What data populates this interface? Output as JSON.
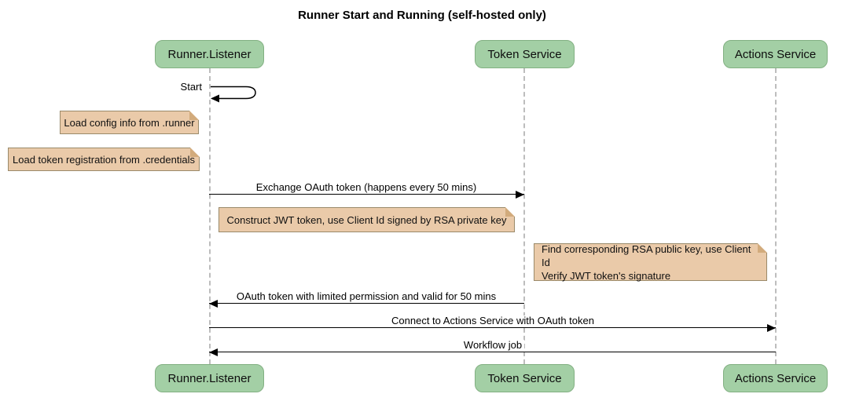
{
  "diagram": {
    "type": "sequence-diagram",
    "title": "Runner Start and Running (self-hosted only)",
    "participants": [
      "Runner.Listener",
      "Token Service",
      "Actions Service"
    ],
    "messages": [
      {
        "from": "Runner.Listener",
        "to": "Runner.Listener",
        "label": "Start",
        "style": "self-loop"
      },
      {
        "from": "Runner.Listener",
        "to": "Token Service",
        "label": "Exchange OAuth token (happens every 50 mins)",
        "style": "solid-arrow"
      },
      {
        "from": "Token Service",
        "to": "Runner.Listener",
        "label": "OAuth token with limited permission and valid for 50 mins",
        "style": "solid-arrow"
      },
      {
        "from": "Runner.Listener",
        "to": "Actions Service",
        "label": "Connect to Actions Service with OAuth token",
        "style": "solid-arrow"
      },
      {
        "from": "Actions Service",
        "to": "Runner.Listener",
        "label": "Workflow job",
        "style": "solid-arrow"
      }
    ],
    "notes": [
      {
        "over": "Runner.Listener",
        "text": "Load config info from .runner"
      },
      {
        "over": "Runner.Listener",
        "text": "Load token registration from .credentials"
      },
      {
        "over": "Runner.Listener,Token Service",
        "text": "Construct JWT token, use Client Id signed by RSA private key"
      },
      {
        "over": "Actions Service",
        "text": "Find corresponding RSA public key, use Client Id\nVerify JWT token's signature"
      }
    ],
    "colors": {
      "participant_fill": "#a3cfa5",
      "participant_border": "#82b082",
      "note_fill": "#eacaa9",
      "note_border": "#9a8a6a",
      "lifeline": "#bdbdbd",
      "message": "#000000",
      "background": "#ffffff"
    }
  }
}
